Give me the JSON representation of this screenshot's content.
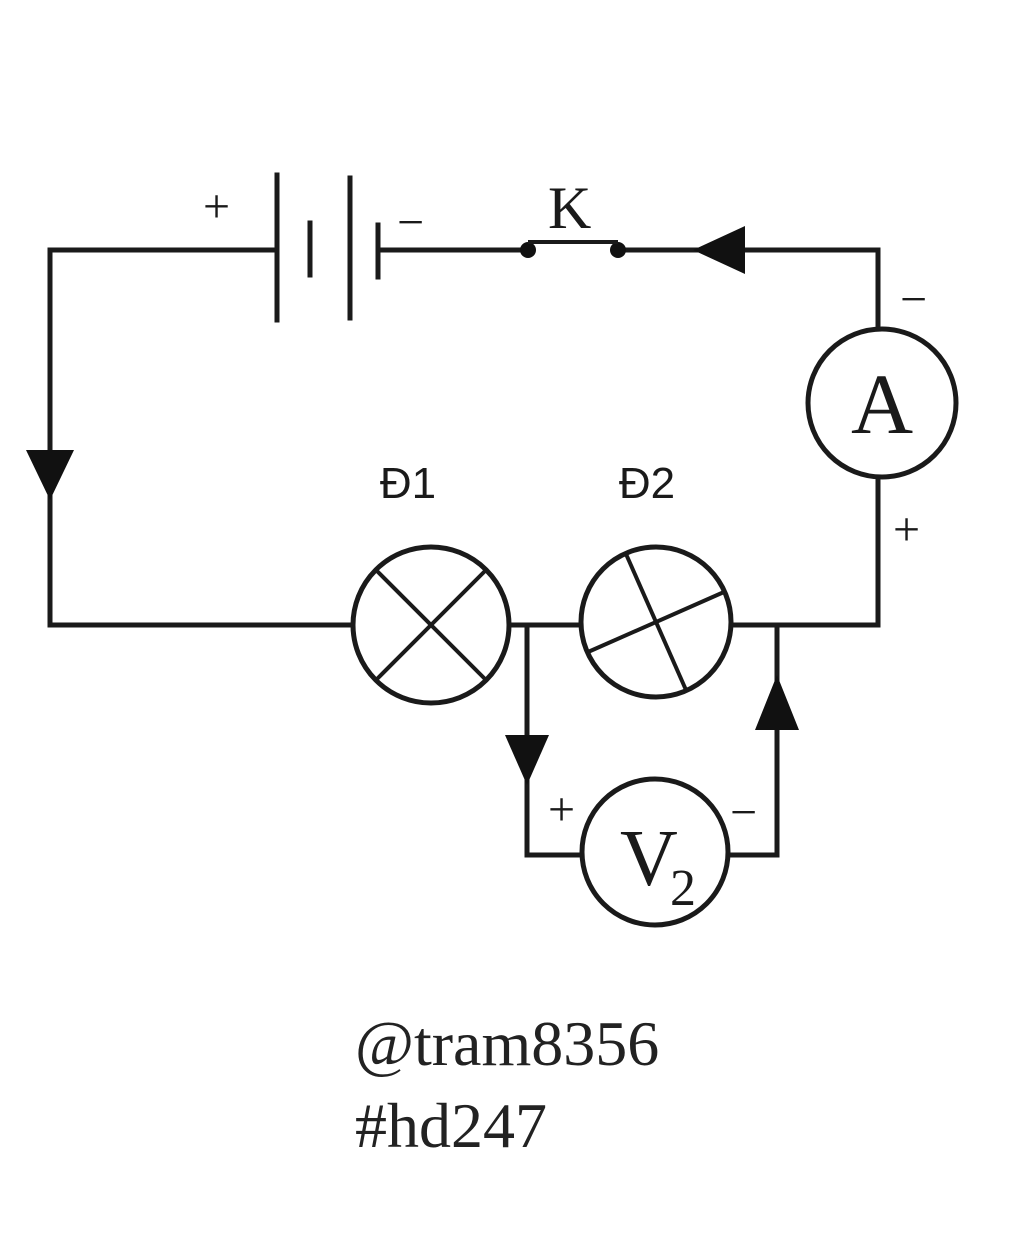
{
  "diagram": {
    "switch_label": "K",
    "lamp1_label": "Đ1",
    "lamp2_label": "Đ2",
    "ammeter_label": "A",
    "voltmeter_label": "V",
    "voltmeter_subscript": "2",
    "battery_plus": "+",
    "battery_minus": "−",
    "ammeter_minus": "−",
    "ammeter_plus": "+",
    "voltmeter_plus": "+",
    "voltmeter_minus": "−"
  },
  "credits": {
    "author": "@tram8356",
    "tag": "#hd247"
  }
}
